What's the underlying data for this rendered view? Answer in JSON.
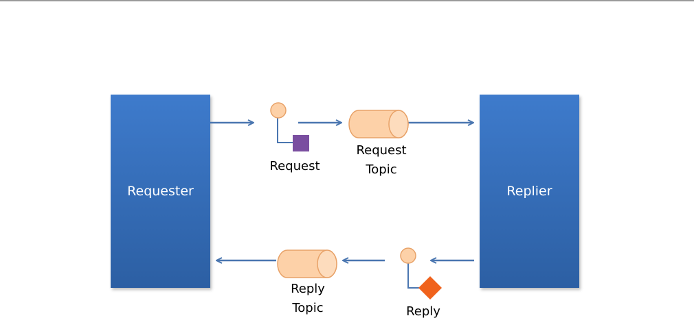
{
  "actors": {
    "requester": "Requester",
    "replier": "Replier"
  },
  "messages": {
    "request": "Request",
    "reply": "Reply"
  },
  "topics": {
    "request_topic": [
      "Request",
      "Topic"
    ],
    "reply_topic": [
      "Reply",
      "Topic"
    ]
  },
  "colors": {
    "actor_top": "#3e7bcc",
    "actor_bottom": "#2c5fa3",
    "arrow": "#4a76b0",
    "cylinder_fill": "#fdd1a8",
    "cylinder_stroke": "#e8a268",
    "request_message": "#7a4ea0",
    "reply_message": "#f0621c"
  },
  "icons": {
    "message_marker": "circle-node-icon",
    "request_message": "square-icon",
    "reply_message": "diamond-icon",
    "topic": "cylinder-icon"
  }
}
